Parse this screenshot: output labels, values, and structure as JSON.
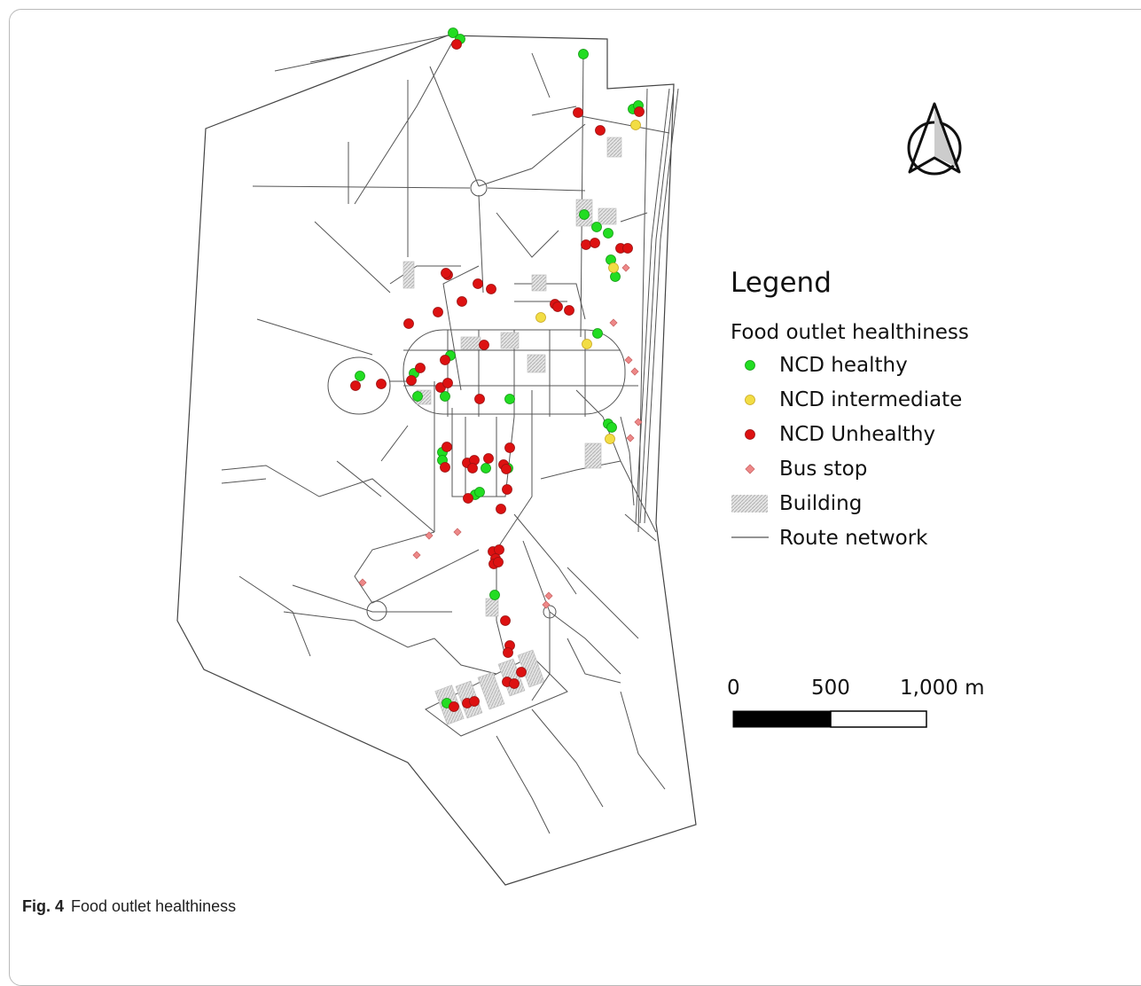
{
  "legend": {
    "title": "Legend",
    "subtitle": "Food outlet healthiness",
    "items": [
      {
        "label": "NCD healthy",
        "symbol": "dot",
        "color": "#22dd22"
      },
      {
        "label": "NCD intermediate",
        "symbol": "dot",
        "color": "#f2dd44"
      },
      {
        "label": "NCD Unhealthy",
        "symbol": "dot",
        "color": "#dd1111"
      },
      {
        "label": "Bus stop",
        "symbol": "diamond",
        "color": "#ee8888"
      },
      {
        "label": "Building",
        "symbol": "hatch",
        "color": "#cccccc"
      },
      {
        "label": "Route network",
        "symbol": "line",
        "color": "#555555"
      }
    ]
  },
  "scale": {
    "labels": [
      "0",
      "500",
      "1,000 m"
    ]
  },
  "north_arrow": {
    "icon": "north-arrow-icon"
  },
  "caption": {
    "label": "Fig. 4",
    "text": "Food outlet healthiness"
  },
  "colors": {
    "healthy": "#22dd22",
    "intermediate": "#f2dd44",
    "unhealthy": "#dd1111",
    "bus_stop": "#ee8888",
    "route": "#555555"
  }
}
